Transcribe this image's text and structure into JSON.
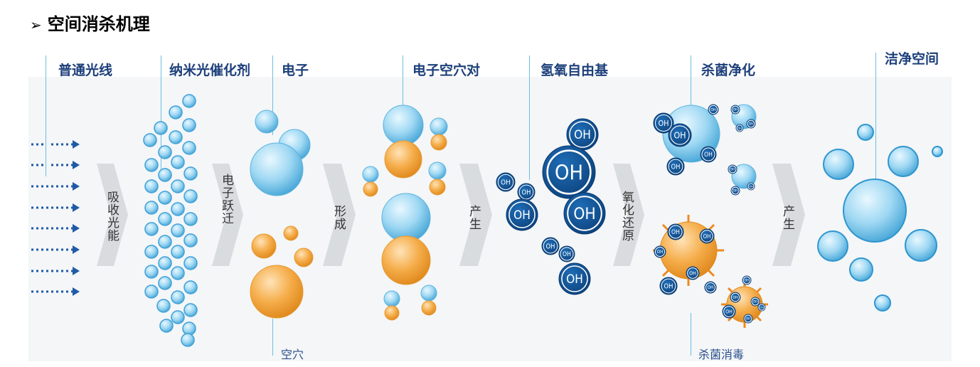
{
  "title": {
    "marker": "➢",
    "text": "空间消杀机理"
  },
  "stages": [
    {
      "label": "普通光线"
    },
    {
      "label": "纳米光催化剂"
    },
    {
      "label": "电子"
    },
    {
      "label": "电子空穴对"
    },
    {
      "label": "氢氧自由基"
    },
    {
      "label": "杀菌净化"
    },
    {
      "label": "洁净空间"
    }
  ],
  "transitions": [
    {
      "text": "吸收光能"
    },
    {
      "text": "电子跃迁"
    },
    {
      "text": "形成"
    },
    {
      "text": "产生"
    },
    {
      "text": "氧化还原"
    },
    {
      "text": "产生"
    }
  ],
  "bottom_labels": {
    "hole": "空穴",
    "sterilize": "杀菌消毒"
  },
  "radical_text": "OH",
  "colors": {
    "blue_sphere": "#8fd0f0",
    "orange_sphere": "#f3a23a",
    "oh_dark": "#0f4c8c",
    "stage_text": "#1c3f7a",
    "arrow_gray": "#d9dcdf",
    "light_arrow": "#1f5aa6"
  }
}
